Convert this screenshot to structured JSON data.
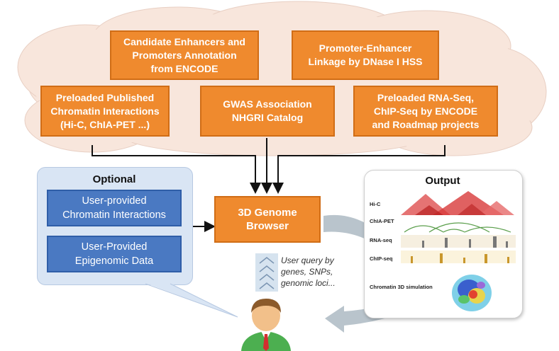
{
  "cloud_boxes": [
    {
      "id": "candidate",
      "label": "Candidate Enhancers and\nPromoters Annotation\nfrom ENCODE"
    },
    {
      "id": "linkage",
      "label": "Promoter-Enhancer\nLinkage by DNase I HSS"
    },
    {
      "id": "chromatin",
      "label": "Preloaded Published\nChromatin Interactions\n(Hi-C, ChIA-PET ...)"
    },
    {
      "id": "gwas",
      "label": "GWAS Association\nNHGRI Catalog"
    },
    {
      "id": "rnaseq",
      "label": "Preloaded RNA-Seq,\nChIP-Seq by ENCODE\nand Roadmap projects"
    }
  ],
  "browser": {
    "label": "3D Genome\nBrowser"
  },
  "optional": {
    "title": "Optional",
    "items": [
      "User-provided\nChromatin Interactions",
      "User-Provided\nEpigenomic Data"
    ]
  },
  "output": {
    "title": "Output",
    "tracks": [
      "Hi-C",
      "ChIA-PET",
      "RNA-seq",
      "ChIP-seq"
    ],
    "simulation_label": "Chromatin 3D simulation"
  },
  "query": {
    "text": "User query by\ngenes, SNPs,\ngenomic loci..."
  },
  "colors": {
    "box_orange": "#ef8a2e",
    "box_blue": "#4a79c2",
    "cloud": "#f8e6dc",
    "optional_bg": "#d9e5f4",
    "arrow_gray": "#b9c4cc",
    "user_shirt": "#4caf50",
    "user_tie": "#d32f2f"
  }
}
